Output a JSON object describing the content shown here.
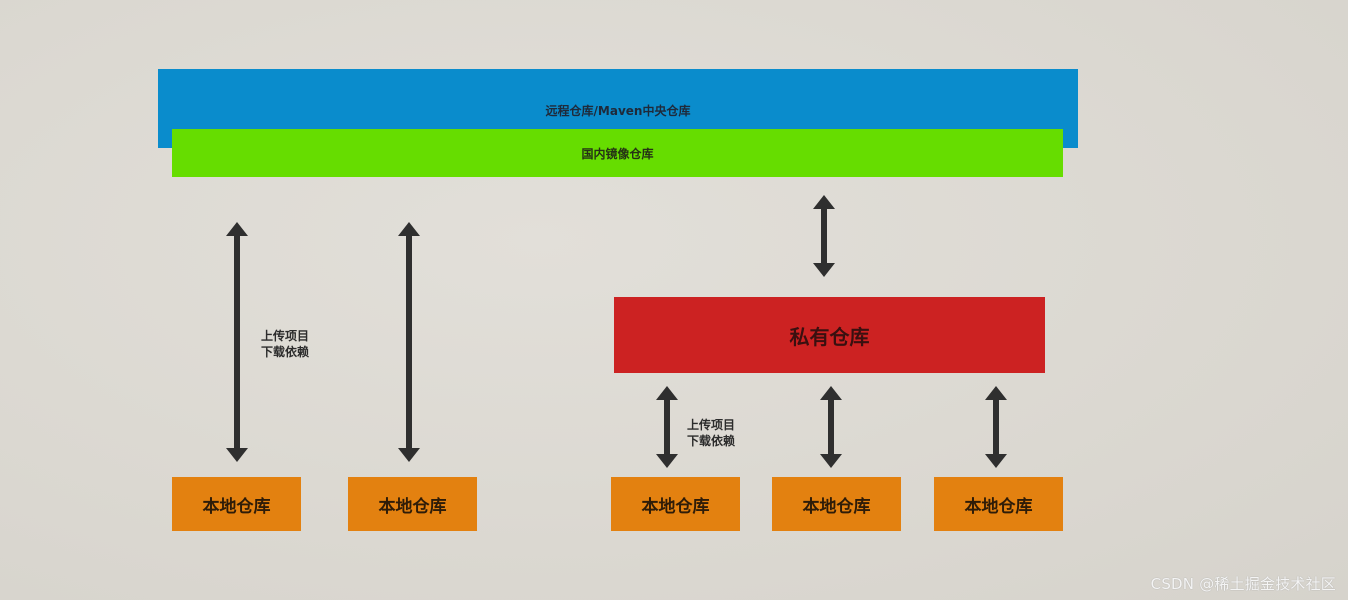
{
  "diagram": {
    "remote_repo": {
      "label": "远程仓库/Maven中央仓库",
      "color": "#0a8ccc"
    },
    "mirror_repo": {
      "label": "国内镜像仓库",
      "color": "#66dd00"
    },
    "private_repo": {
      "label": "私有仓库",
      "color": "#cc2222"
    },
    "local_repos": [
      {
        "label": "本地仓库"
      },
      {
        "label": "本地仓库"
      },
      {
        "label": "本地仓库"
      },
      {
        "label": "本地仓库"
      },
      {
        "label": "本地仓库"
      }
    ],
    "local_color": "#e38110",
    "arrow_color": "#2f2f2f",
    "annotations": [
      {
        "line1": "上传项目",
        "line2": "下载依赖"
      },
      {
        "line1": "上传项目",
        "line2": "下载依赖"
      }
    ]
  },
  "watermark": "CSDN @稀土掘金技术社区"
}
